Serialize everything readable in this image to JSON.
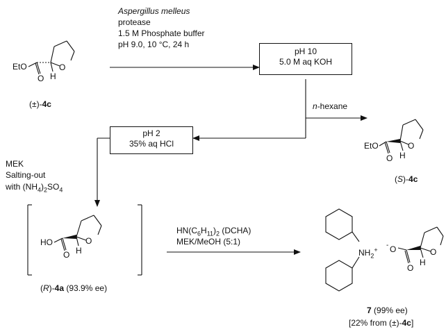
{
  "conditions_top": {
    "line1": "Aspergillus melleus",
    "line2": "protease",
    "line3": "1.5 M Phosphate buffer",
    "line4": "pH 9.0, 10 °C, 24 h"
  },
  "box_ph10": {
    "line1": "pH 10",
    "line2": "5.0 M aq KOH"
  },
  "box_ph2": {
    "line1": "pH 2",
    "line2": "35% aq HCl"
  },
  "hexane": {
    "prefix": "n",
    "rest": "-hexane"
  },
  "conditions_left": {
    "line1": "MEK",
    "line2": "Salting-out",
    "line3_pre": "with (NH",
    "sub4": "4",
    "line3_mid": ")",
    "sub2": "2",
    "line3_post": "SO",
    "sub4b": "4"
  },
  "conditions_bottom": {
    "line1_pre": "HN(C",
    "sub6": "6",
    "line1_mid": "H",
    "sub11": "11",
    "line1_mid2": ")",
    "sub2": "2",
    "line1_post": " (DCHA)",
    "line2": "MEK/MeOH (5:1)"
  },
  "compounds": {
    "start": {
      "atom_eto": "EtO",
      "atom_o_ring": "O",
      "atom_o_carbonyl": "O",
      "atom_h": "H",
      "label_pre": "(±)-",
      "label_bold": "4c"
    },
    "s_product": {
      "atom_eto": "EtO",
      "atom_o_ring": "O",
      "atom_o_carbonyl": "O",
      "atom_h": "H",
      "label_open": "(",
      "label_it": "S",
      "label_close": ")-",
      "label_bold": "4c"
    },
    "acid": {
      "atom_ho": "HO",
      "atom_o_ring": "O",
      "atom_o_carbonyl": "O",
      "atom_h": "H",
      "label_open": "(",
      "label_it": "R",
      "label_close": ")-",
      "label_bold": "4a",
      "label_post": " (93.9% ee)"
    },
    "salt": {
      "atom_nh2": "NH",
      "sub2": "2",
      "charge_plus": "+",
      "charge_minus": "-",
      "atom_o_anion": "O",
      "atom_o_ring": "O",
      "atom_o_carbonyl": "O",
      "atom_h": "H",
      "label_bold": "7",
      "label_post": " (99% ee)",
      "yield_pre": "[22% from (±)-",
      "yield_bold": "4c",
      "yield_post": "]"
    }
  }
}
